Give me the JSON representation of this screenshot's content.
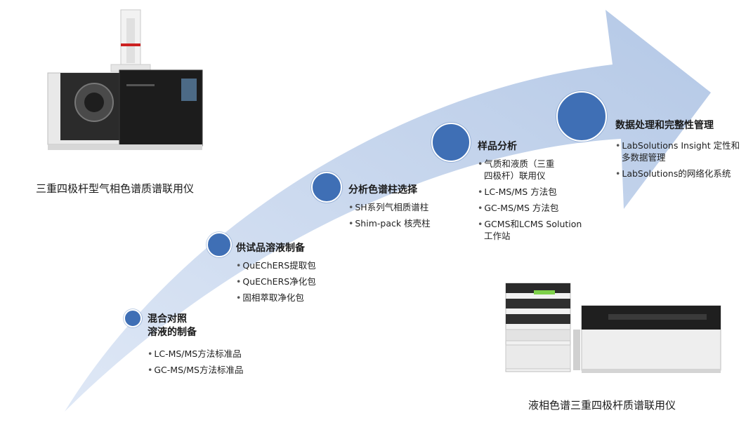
{
  "colors": {
    "arrow": "#b8cbe8",
    "dot": "#3f6fb5"
  },
  "captions": {
    "gcms": "三重四极杆型气相色谱质谱联用仪",
    "lcms": "液相色谱三重四极杆质谱联用仪"
  },
  "stages": [
    {
      "title_lines": [
        "混合对照",
        "溶液的制备"
      ],
      "items": [
        [
          "LC-MS/MS方法标准品"
        ],
        [
          "GC-MS/MS方法标准品"
        ]
      ]
    },
    {
      "title_lines": [
        "供试品溶液制备"
      ],
      "items": [
        [
          "QuEChERS提取包"
        ],
        [
          "QuEChERS净化包"
        ],
        [
          "固相萃取净化包"
        ]
      ]
    },
    {
      "title_lines": [
        "分析色谱柱选择"
      ],
      "items": [
        [
          "SH系列气相质谱柱"
        ],
        [
          "Shim-pack 核壳柱"
        ]
      ]
    },
    {
      "title_lines": [
        "样品分析"
      ],
      "items": [
        [
          "气质和液质（三重",
          "四极杆）联用仪"
        ],
        [
          "LC-MS/MS  方法包"
        ],
        [
          "GC-MS/MS  方法包"
        ],
        [
          "GCMS和LCMS Solution",
          "工作站"
        ]
      ]
    },
    {
      "title_lines": [
        "数据处理和完整性管理"
      ],
      "items": [
        [
          "LabSolutions Insight 定性和",
          "多数据管理"
        ],
        [
          "LabSolutions的网络化系统"
        ]
      ]
    }
  ],
  "bullet": "•"
}
